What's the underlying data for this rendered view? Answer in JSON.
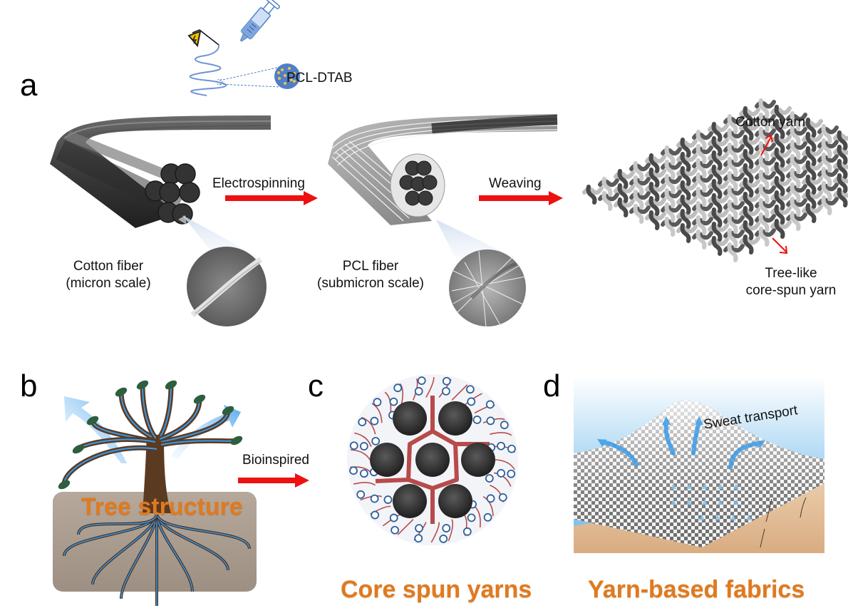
{
  "panels": {
    "a": {
      "letter": "a",
      "solution_label": "PCL-DTAB",
      "cotton_fiber_label_1": "Cotton fiber",
      "cotton_fiber_label_2": "(micron scale)",
      "pcl_fiber_label_1": "PCL fiber",
      "pcl_fiber_label_2": "(submicron scale)",
      "step1_label": "Electrospinning",
      "step2_label": "Weaving",
      "cotton_yarn_label": "Cotton yarn",
      "tree_yarn_label_1": "Tree-like",
      "tree_yarn_label_2": "core-spun yarn"
    },
    "b": {
      "letter": "b",
      "title": "Tree structure",
      "arrow_label": "Bioinspired"
    },
    "c": {
      "letter": "c",
      "title": "Core spun yarns"
    },
    "d": {
      "letter": "d",
      "title": "Yarn-based fabrics",
      "annotation": "Sweat transport"
    }
  },
  "colors": {
    "arrow_red": "#ee1111",
    "title_orange": "#e07a1f",
    "fiber_dark": "#3a3a3a",
    "pcl_blue": "#4f7fc6",
    "branch_red": "#b84a4a",
    "water_blue": "#3a9be8"
  }
}
